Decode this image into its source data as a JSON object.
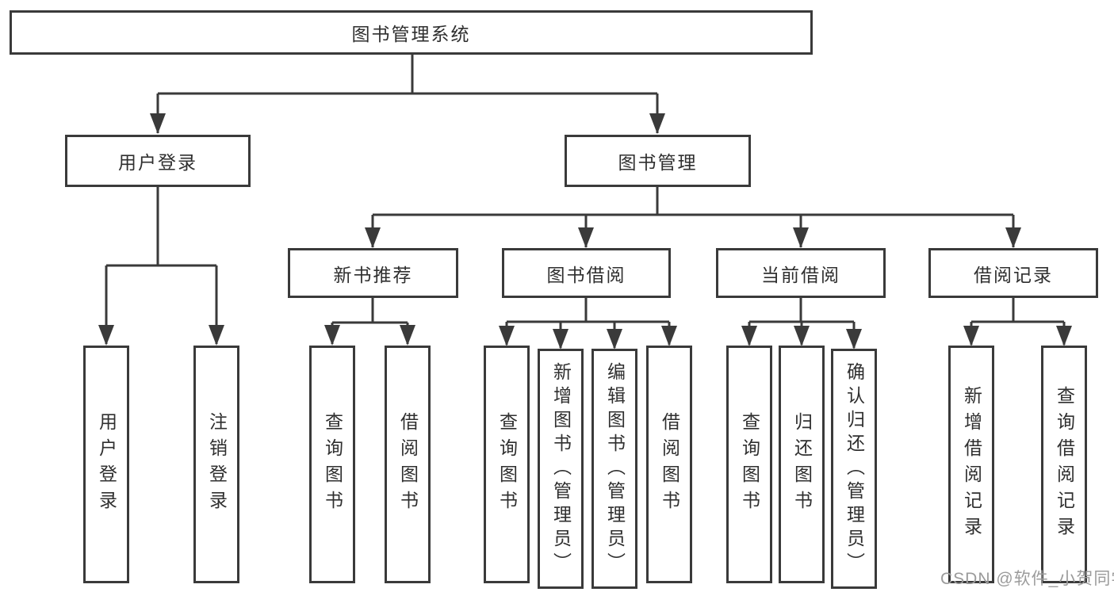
{
  "tree": {
    "label": "图书管理系统",
    "children": [
      {
        "label": "用户登录",
        "children": [
          {
            "label": "用户登录"
          },
          {
            "label": "注销登录"
          }
        ]
      },
      {
        "label": "图书管理",
        "children": [
          {
            "label": "新书推荐",
            "children": [
              {
                "label": "查询图书"
              },
              {
                "label": "借阅图书"
              }
            ]
          },
          {
            "label": "图书借阅",
            "children": [
              {
                "label": "查询图书"
              },
              {
                "label": "新增图书（管理员）"
              },
              {
                "label": "编辑图书（管理员）"
              },
              {
                "label": "借阅图书"
              }
            ]
          },
          {
            "label": "当前借阅",
            "children": [
              {
                "label": "查询图书"
              },
              {
                "label": "归还图书"
              },
              {
                "label": "确认归还（管理员）"
              }
            ]
          },
          {
            "label": "借阅记录",
            "children": [
              {
                "label": "新增借阅记录"
              },
              {
                "label": "查询借阅记录"
              }
            ]
          }
        ]
      }
    ]
  },
  "watermark": {
    "text": "CSDN @软件_小贺同学"
  },
  "colors": {
    "line": "#3a3a3a",
    "text": "#2f2f2f",
    "watermark": "#9b9b9b",
    "background": "#ffffff"
  }
}
